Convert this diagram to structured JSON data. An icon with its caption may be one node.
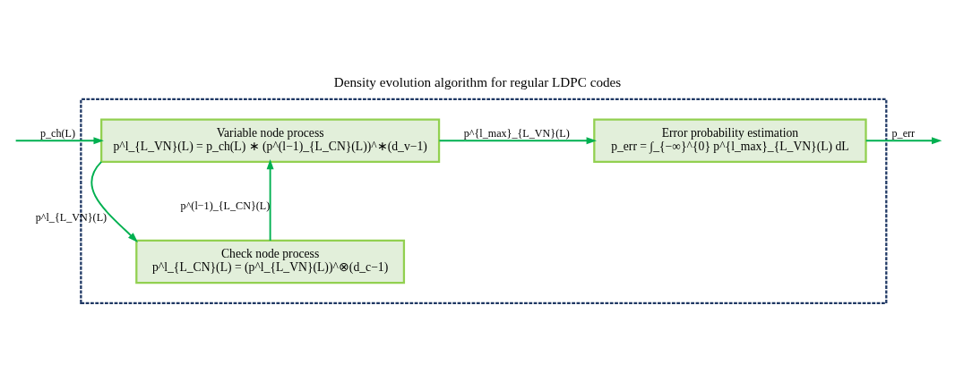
{
  "diagram": {
    "title": "Density evolution algorithm for regular LDPC codes",
    "nodes": [
      {
        "text": [],
        "shape": "box"
      },
      {
        "text": [
          "Variable node process",
          "p^l_{L_VN}(L) = p_ch(L) ∗ (p^(l−1)_{L_CN}(L))^∗(d_v−1)"
        ],
        "in": 0
      },
      {
        "text": [
          "Error probability estimation",
          "p_err = ∫_{−∞}^{0} p^{l_max}_{L_VN}(L) dL"
        ],
        "in": 0
      },
      {
        "text": [
          "Check node process",
          "p^l_{L_CN}(L) = (p^l_{L_VN}(L))^⊗(d_c−1)"
        ],
        "in": 0
      }
    ],
    "edges": [
      {
        "from": null,
        "to": 1,
        "arrow": "to",
        "label": "p_ch(L)"
      },
      {
        "from": 1,
        "to": 2,
        "arrow": "to",
        "label": "p^{l_max}_{L_VN}(L)"
      },
      {
        "from": 1,
        "to": 3,
        "arrow": "to",
        "label": "p^l_{L_VN}(L)"
      },
      {
        "from": 3,
        "to": 1,
        "arrow": "to",
        "label": "p^(l−1)_{L_CN}(L)"
      },
      {
        "from": 2,
        "to": null,
        "arrow": "to",
        "label": "p_err"
      }
    ]
  }
}
